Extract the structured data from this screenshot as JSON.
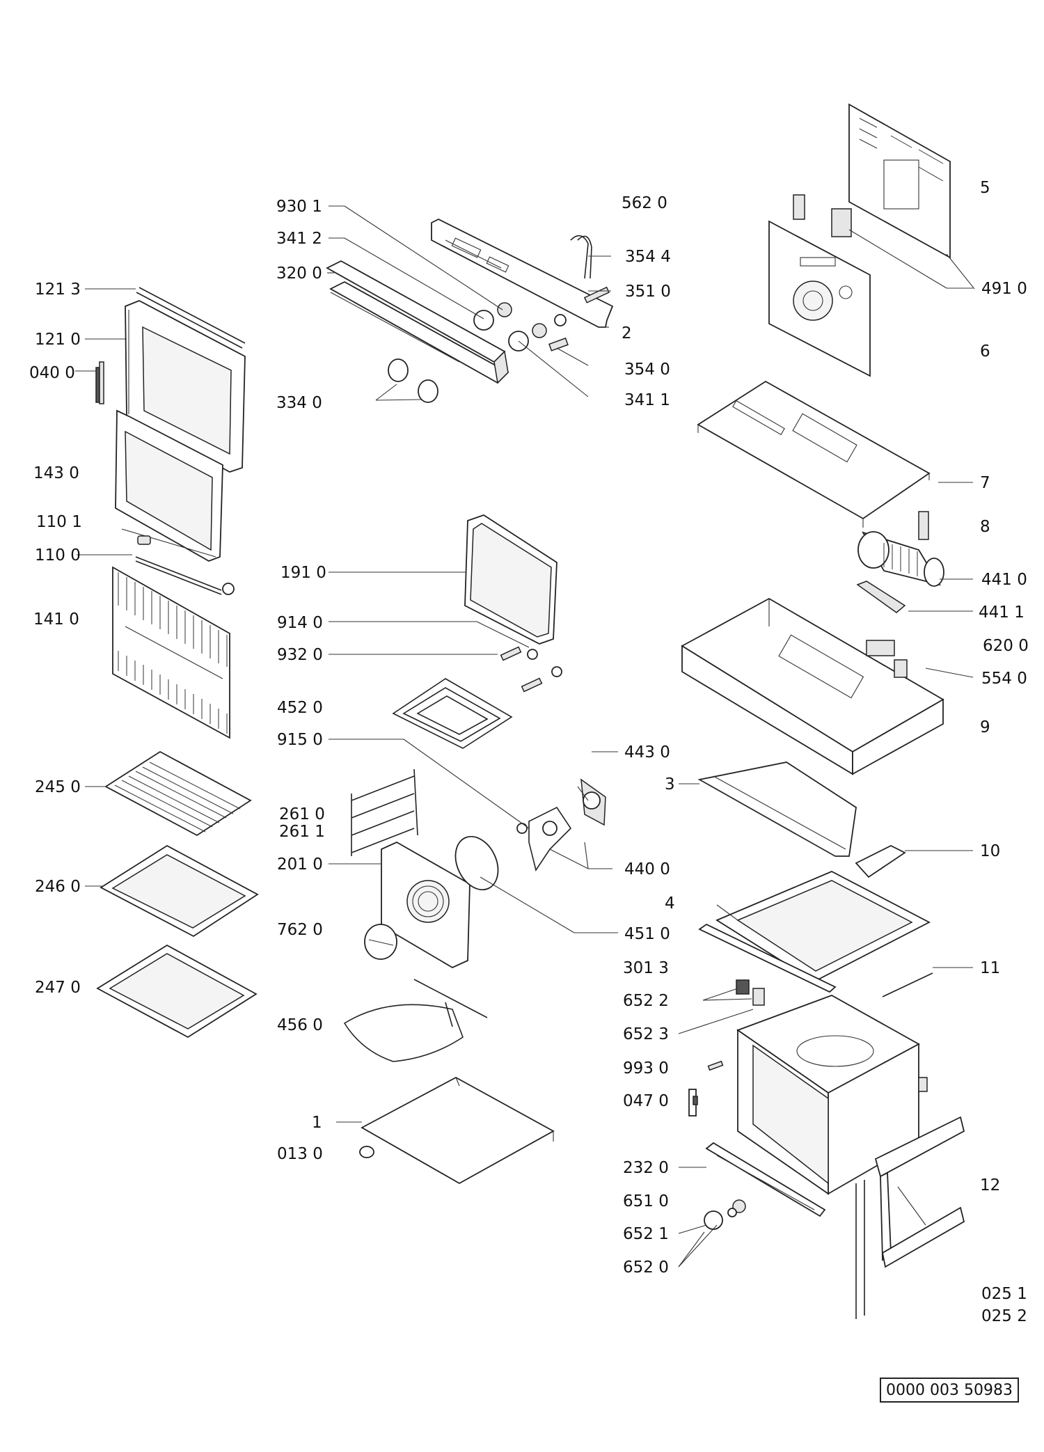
{
  "document_code": "0000 003 50983",
  "labels": {
    "p9301": "930 1",
    "p3412": "341 2",
    "p3200": "320 0",
    "p3340": "334 0",
    "p5620": "562 0",
    "p3544": "354 4",
    "p3510": "351 0",
    "p2": "2",
    "p3540": "354 0",
    "p3411": "341 1",
    "p1213": "121 3",
    "p1210": "121 0",
    "p0400": "040 0",
    "p1430": "143 0",
    "p1101": "110 1",
    "p1100": "110 0",
    "p1410": "141 0",
    "p2450": "245 0",
    "p2460": "246 0",
    "p2470": "247 0",
    "p1910": "191 0",
    "p9140": "914 0",
    "p9320": "932 0",
    "p4520": "452 0",
    "p9150": "915 0",
    "p2610": "261 0",
    "p2611": "261 1",
    "p2010": "201 0",
    "p7620": "762 0",
    "p4560": "456 0",
    "p1": "1",
    "p0130": "013 0",
    "p4430": "443 0",
    "p4400": "440 0",
    "p4510": "451 0",
    "p5": "5",
    "p4910": "491 0",
    "p6": "6",
    "p7": "7",
    "p8": "8",
    "p4410": "441 0",
    "p4411": "441 1",
    "p6200": "620 0",
    "p5540": "554 0",
    "p9": "9",
    "p3": "3",
    "p10": "10",
    "p4": "4",
    "p3013": "301 3",
    "p11": "11",
    "p6522": "652 2",
    "p6523": "652 3",
    "p9930": "993 0",
    "p0470": "047 0",
    "p2320": "232 0",
    "p6510": "651 0",
    "p6521": "652 1",
    "p6520": "652 0",
    "p12": "12",
    "p0251": "025 1",
    "p0252": "025 2"
  }
}
